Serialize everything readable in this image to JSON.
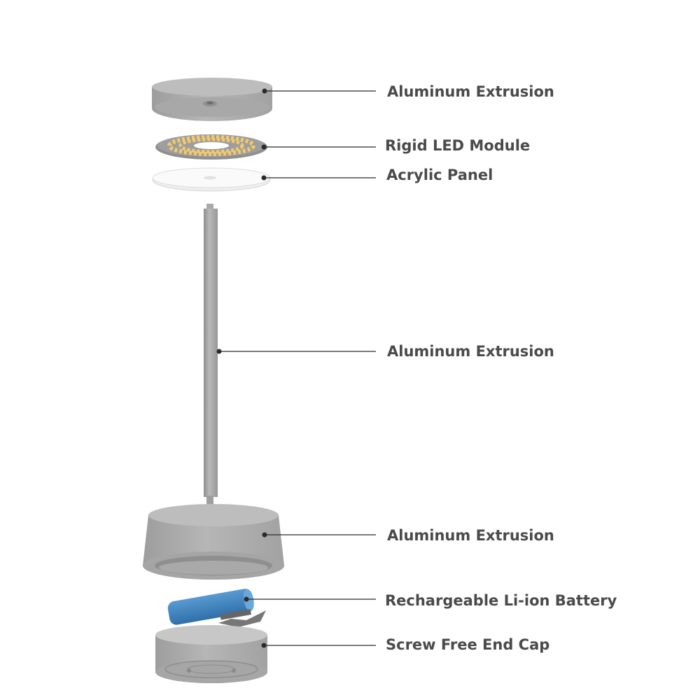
{
  "labels": [
    "Aluminum Extrusion",
    "Rigid LED Module",
    "Acrylic Panel",
    "Aluminum Extrusion",
    "Aluminum Extrusion",
    "Rechargeable Li-ion Battery",
    "Screw Free End Cap"
  ],
  "colors": {
    "aluminum_dark": "#9a9a9a",
    "aluminum_mid": "#b3b3b3",
    "aluminum_light": "#c8c8c8",
    "battery_blue": "#3d84c4",
    "led_warm": "#f2c96b",
    "leader_line": "#2b2b2b",
    "label_text": "#4a4a4a"
  }
}
